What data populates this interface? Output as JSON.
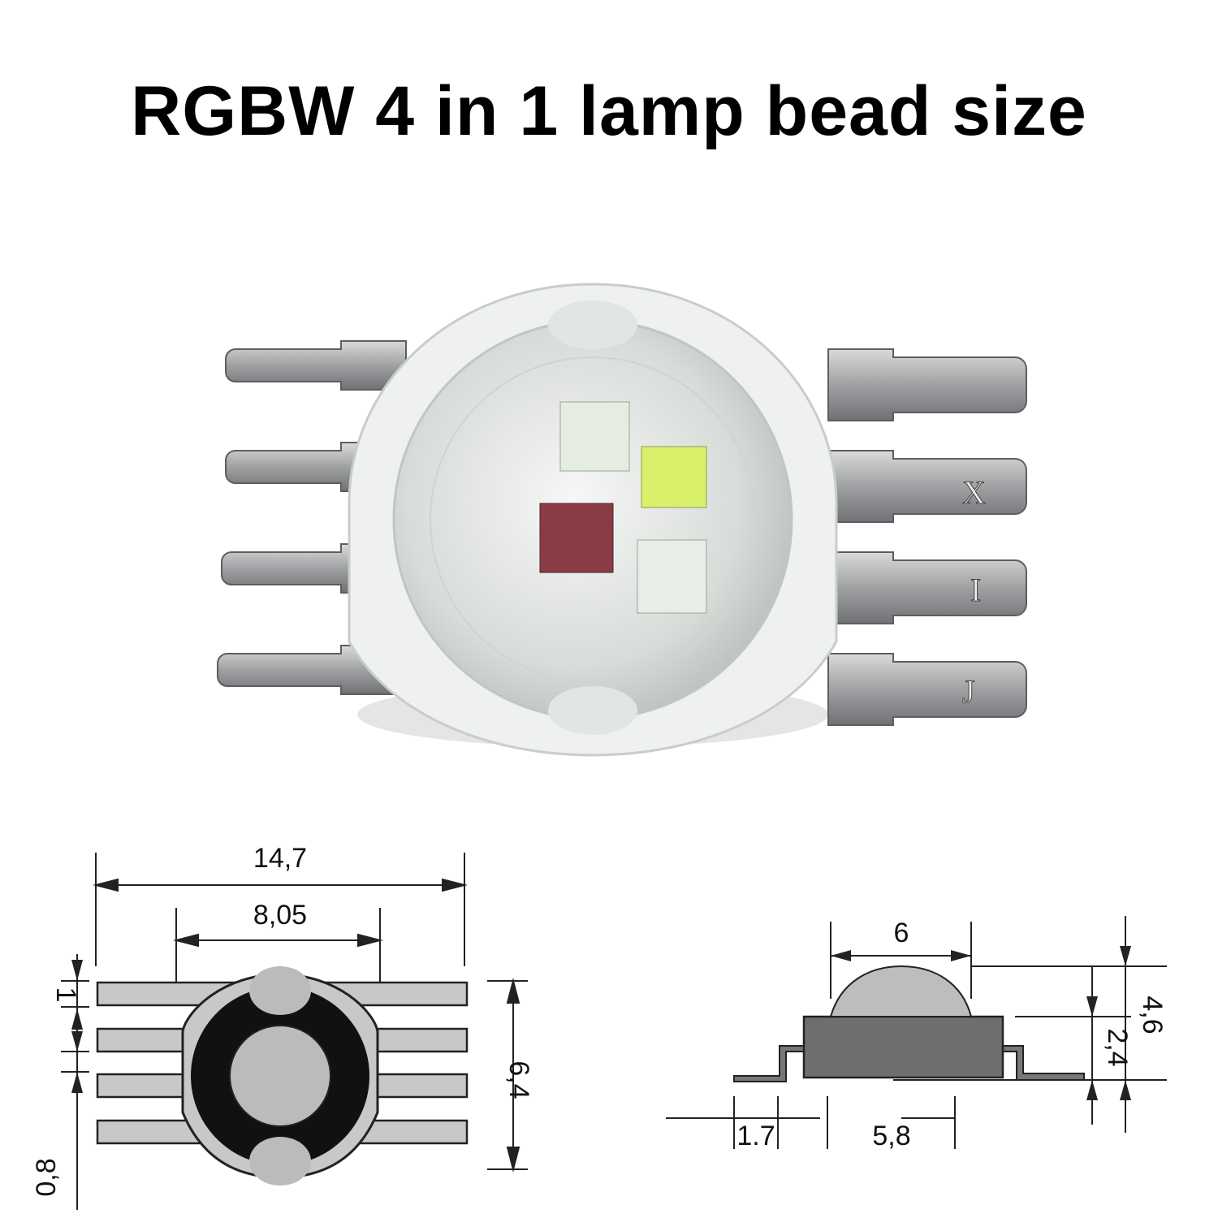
{
  "title": "RGBW 4 in 1 lamp bead size",
  "photo": {
    "subject": "RGBW 4-in-1 high power LED lamp bead",
    "pin_markings": [
      "X",
      "I",
      "J"
    ],
    "chips": [
      {
        "name": "red",
        "color": "#8a3c45"
      },
      {
        "name": "green",
        "color": "#e4ede0"
      },
      {
        "name": "blue",
        "color": "#e8eee6"
      },
      {
        "name": "white",
        "color": "#d9f06a"
      }
    ],
    "colors": {
      "body": "#eef2ef",
      "lead": "#a9abad",
      "lead_dark": "#6e7073",
      "shadow": "#d6d6d6"
    }
  },
  "top_view": {
    "overall_width": "14,7",
    "body_width": "8,05",
    "height": "6,4",
    "pin_width": "1",
    "pin_gap": "0,8",
    "colors": {
      "fill": "#c8c8c8",
      "stroke": "#222222",
      "dark": "#111111"
    }
  },
  "side_view": {
    "lens_diameter": "6",
    "body_length": "5,8",
    "lead_length": "1.7",
    "body_height": "2,4",
    "total_height": "4,6",
    "colors": {
      "body": "#6e6e6e",
      "lens": "#bdbdbd"
    }
  }
}
